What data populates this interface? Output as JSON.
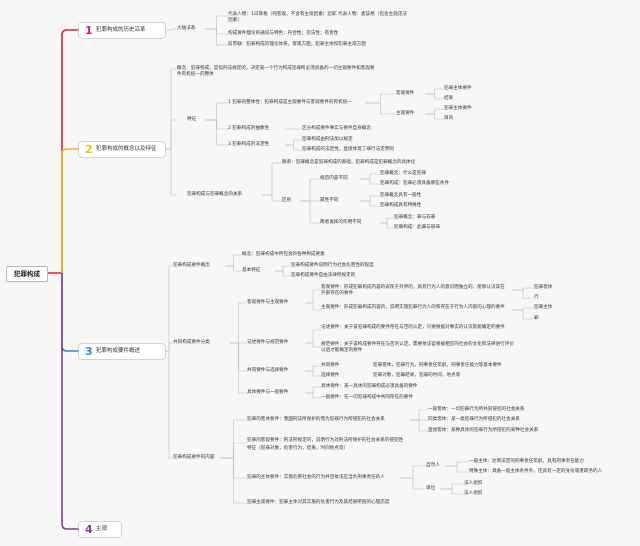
{
  "root": "犯罪构成",
  "colors": {
    "s1": "#d9213f",
    "s2": "#e7c21a",
    "s3": "#2a8fcf",
    "s4": "#8b3d93",
    "line": "#b9b9b9"
  },
  "sections": [
    {
      "num": "1",
      "label": "犯罪构成的历史沿革"
    },
    {
      "num": "2",
      "label": "犯罪构成的概念以及特征"
    },
    {
      "num": "3",
      "label": "犯罪构成要件概述"
    },
    {
      "num": "4",
      "label": "主观"
    }
  ],
  "s1": {
    "dalu": "大陆法系",
    "items": [
      "代表人物：1日耳格（纯客观，不含有主观因素）迈耶 代表人物：麦兹格（包含主观违法因素）",
      "构成要件理论的通说与特色：符合性；违法性；有责性",
      "前苏联：犯罪构成的理论体系，客观方面，犯罪主体和犯罪主观方面"
    ]
  },
  "s2": {
    "gainian": "概念：犯罪构成，是指刑法规定的，决定某一个行为构成犯罪所必须具备的一切主观要件和客观要件有机统一的整体",
    "tezheng": "特征",
    "t1": "1 犯罪的整体性：犯罪构成是主观要件与客观要件的有机统一",
    "keguan": "客观要件",
    "zhuguan": "主观要件",
    "fanzuizhuti": "犯罪主体要件",
    "ke_sub": "结果",
    "zhu_sub": "犯罪主体要件",
    "zhu_sub2": "目的",
    "t2": "2 犯罪构成的抽象性",
    "t2a": "区分构成要件事实与要件自身概念",
    "t3": "3 犯罪构成的法定性",
    "t3a": "犯罪构成由刑法加以规定",
    "t3b": "犯罪构成的法定性，直接体现了罪行法定原则",
    "guanxi": "犯罪构成与犯罪概念的关系",
    "lianxi": "联系：犯罪概念是犯罪构成的基础，犯罪构成是犯罪概念的具体化",
    "qubie": "区别",
    "q1": "规范内容不同",
    "q1a": "犯罪概念：什么是犯罪",
    "q1b": "犯罪构成：犯罪必须具备哪些条件",
    "q2": "属性不同",
    "q2a": "犯罪概念具有一般性",
    "q2b": "犯罪构成具有特殊性",
    "q3": "两者发挥的作用不同",
    "q3a": "犯罪概念：罪与非罪",
    "q3b": "犯罪构成：此罪与彼罪"
  },
  "s3": {
    "a": "犯罪构成要件概念",
    "a1": "概念：犯罪构成中所包含的各种构成要素",
    "a2": "基本特征",
    "a2a": "犯罪构成要件说明行为社会危害性的程度",
    "a2b": "犯罪构成要件是由法律所规定的",
    "b": "共同构成要件分类",
    "b1": "客观要件与主观要件",
    "b1a": "客观要件：形成犯罪构成内容的表现于外界的，具有行为人的意识而独立的，能够认识其在外部存在的要件",
    "b1b": "主观要件：形成犯罪构成内容的，说明实施犯罪行为人的和存在于行为人内部的心理的要件",
    "b1c": "犯罪客体",
    "b1d": "行",
    "b1e": "犯罪主体",
    "b1f": "罪",
    "b2": "记述要件与规范要件",
    "b2a": "记述要件：关于该犯罪构成的要件存在与否的认定，只要根据对事实的认识就能确定的要件",
    "b2b": "规范要件：关于该构成要件存在与否的认定，需要依法官根据相应的社会的文化和法律进行评价以后才能确定的要件",
    "b3": "共同要件与选择要件",
    "b3a": "共同要件",
    "b3a1": "犯罪客体，犯罪行为，刑事责任年龄，刑事责任能力等基本要件",
    "b3b": "选择要件",
    "b3b1": "犯罪对象，犯罪结果，犯罪的时间，地点等",
    "b4": "具体要件与一般要件",
    "b4a": "具体要件：某一具体的犯罪构成必须具备的要件",
    "b4b": "一般要件：在一切犯罪构成中共同存在的要件",
    "c": "犯罪构成要件的内容",
    "c1": "犯罪的客体要件：我国刑法所保护的而为犯罪行为所侵犯的社会关系",
    "c1a": "一般客体：一切犯罪行为所共同侵犯的社会关系",
    "c1b": "同类客体：某一类犯罪行为所侵犯的社会关系",
    "c1c": "直接客体：某种具体的犯罪行为所侵犯的某种社会关系",
    "c2": "犯罪的客观要件：刑法所规定的，说明行为对刑法所保护的社会关系的侵犯性",
    "c2b": "特征（犯罪对象，危害行为，结果，时间地点等）",
    "c3": "犯罪的主体要件：实施危害社会的行为并且依法应当负刑事责任的人",
    "c3a": "自然人",
    "c3a1": "一般主体：达到法定的刑事责任年龄，具有刑事责任能力",
    "c3a2": "特殊主体：具备一般主体条件外，还具有一定的身份或者职务的人",
    "c3b": "单位",
    "c3b1": "法人组织",
    "c3b2": "法人组织",
    "c4": "犯罪主观要件：犯罪主体对其实施的危害行为及其结果所抱的心理态度"
  }
}
